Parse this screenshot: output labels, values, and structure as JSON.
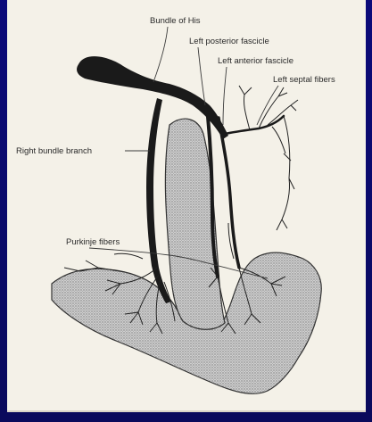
{
  "labels": {
    "bundle_of_his": "Bundle of His",
    "left_posterior_fascicle": "Left posterior fascicle",
    "left_anterior_fascicle": "Left anterior fascicle",
    "left_septal_fibers": "Left septal fibers",
    "right_bundle_branch": "Right bundle branch",
    "purkinje_fibers": "Purkinje fibers"
  },
  "colors": {
    "background": "#0a0a6e",
    "paper": "#f4f1e8",
    "conduction": "#1a1a1a",
    "septum_fill": "#bdbdbd"
  }
}
